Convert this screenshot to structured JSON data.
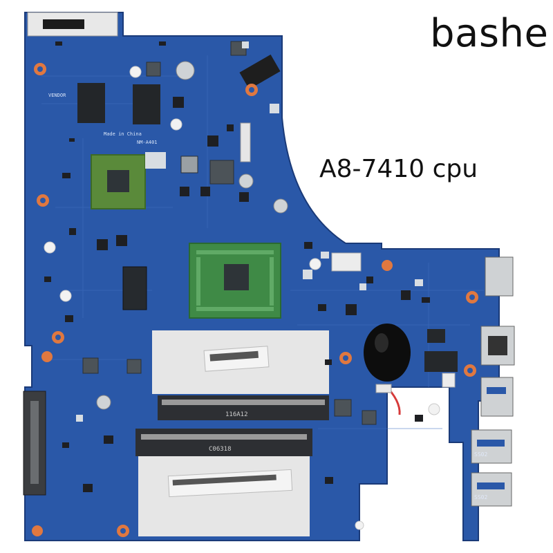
{
  "overlay": {
    "brand_text": "bashe",
    "cpu_text": "A8-7410 cpu"
  },
  "board": {
    "pcb_color": "#2a58a8",
    "pcb_dark": "#1f4690",
    "gpu_substrate_color": "#5a8a3a",
    "cpu_substrate_color": "#3f8a46",
    "die_color": "#2e3438",
    "ram_slot_color": "#2d2f33",
    "mount_pad_color": "#e07840",
    "label_white": "#f4f4f4",
    "battery_color": "#0d0d0d",
    "silkscreen": {
      "vendor": "VENDOR",
      "made_in": "Made in China",
      "board_id": "NM-A401",
      "slot_upper": "116A12",
      "slot_lower": "C06318",
      "port_a": "SS02",
      "port_b": "SS02"
    }
  }
}
